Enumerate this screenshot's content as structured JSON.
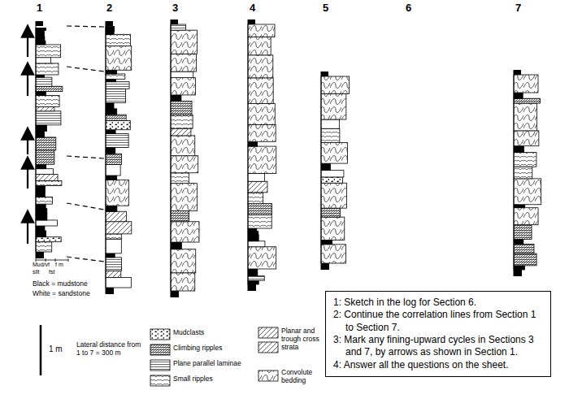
{
  "diagram": {
    "nodes": [
      {
        "text": [
          "1: Sketch in the log for Section 6.",
          "2: Continue the correlation lines from Section 1 to Section 7.",
          "3: Mark any fining-upward cycles in Sections 3 and 7, by arrows as shown in Section 1.",
          "4: Answer all the questions on the sheet."
        ]
      }
    ],
    "labels": [
      "1",
      "2",
      "3",
      "4",
      "5",
      "6",
      "7",
      "Mud/vf",
      "f m",
      "silt",
      "fst",
      "Black = mudstone",
      "White = sandstone",
      "1 m",
      "Lateral distance from 1 to 7 = 300 m"
    ],
    "legend": [
      {
        "text": "Mudclasts"
      },
      {
        "text": "Climbing ripples"
      },
      {
        "text": "Plane parallel laminae"
      },
      {
        "text": "Small ripples"
      },
      {
        "text": "Planar and trough cross strata"
      },
      {
        "text": "Convolute bedding"
      }
    ]
  }
}
